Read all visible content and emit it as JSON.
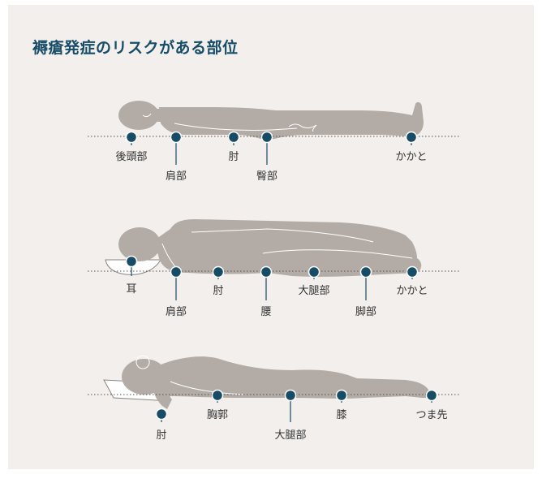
{
  "title": "褥瘡発症のリスクがある部位",
  "colors": {
    "accent": "#174c66",
    "body": "#b3aca6",
    "background": "#f2efec"
  },
  "postures": [
    {
      "points": [
        {
          "label": "後頭部"
        },
        {
          "label": "肩部"
        },
        {
          "label": "肘"
        },
        {
          "label": "臀部"
        },
        {
          "label": "かかと"
        }
      ]
    },
    {
      "points": [
        {
          "label": "耳"
        },
        {
          "label": "肩部"
        },
        {
          "label": "肘"
        },
        {
          "label": "腰"
        },
        {
          "label": "大腿部"
        },
        {
          "label": "脚部"
        },
        {
          "label": "かかと"
        }
      ]
    },
    {
      "points": [
        {
          "label": "肘"
        },
        {
          "label": "胸郭"
        },
        {
          "label": "大腿部"
        },
        {
          "label": "膝"
        },
        {
          "label": "つま先"
        }
      ]
    }
  ]
}
